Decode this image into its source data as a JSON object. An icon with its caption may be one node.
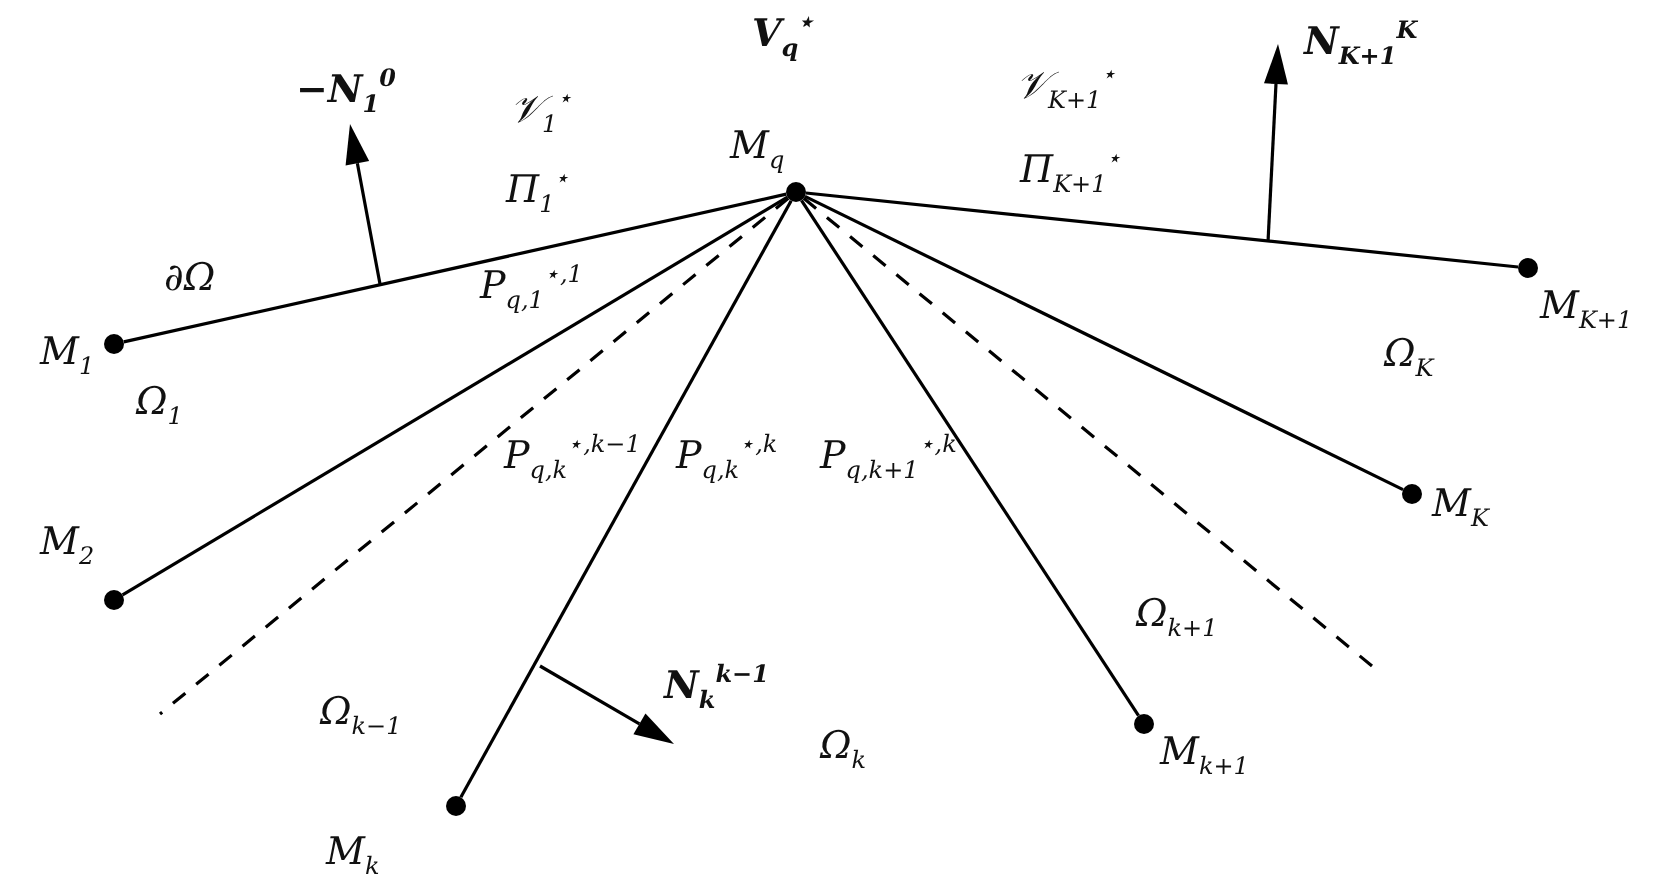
{
  "diagram": {
    "nodes": [
      {
        "text": [],
        "shape": "circle",
        "beside": [
          "M$_{q}$"
        ]
      },
      {
        "text": [],
        "shape": "circle",
        "beside": [
          "M$_{1}$"
        ]
      },
      {
        "text": [],
        "shape": "circle",
        "beside": [
          "M$_{2}$"
        ]
      },
      {
        "text": [],
        "shape": "circle",
        "beside": [
          "M$_{k}$"
        ]
      },
      {
        "text": [],
        "shape": "circle",
        "beside": [
          "M$_{k+1}$"
        ]
      },
      {
        "text": [],
        "shape": "circle",
        "beside": [
          "M$_{K}$"
        ]
      },
      {
        "text": [],
        "shape": "circle",
        "beside": [
          "M$_{K+1}$"
        ]
      }
    ],
    "edges": [
      {
        "from": 0,
        "to": 1,
        "arrow": "none"
      },
      {
        "from": 0,
        "to": 2,
        "arrow": "none"
      },
      {
        "from": 0,
        "to": null,
        "arrow": "none",
        "style": "dashed"
      },
      {
        "from": 0,
        "to": 3,
        "arrow": "none"
      },
      {
        "from": 0,
        "to": 4,
        "arrow": "none"
      },
      {
        "from": 0,
        "to": null,
        "arrow": "none",
        "style": "dashed"
      },
      {
        "from": 0,
        "to": 5,
        "arrow": "none"
      },
      {
        "from": 0,
        "to": 6,
        "arrow": "none"
      }
    ],
    "labels": [
      "−N$_{1}$$^{0}$",
      "V$_{q}$$^{⋆}$",
      "𝒱$_{1}$$^{⋆}$",
      "𝒱$_{K+1}$$^{⋆}$",
      "N$_{K+1}$$^{K}$",
      "Π$_{1}$$^{⋆}$",
      "Π$_{K+1}$$^{⋆}$",
      "∂Ω",
      "P$_{q,1}$$^{⋆,1}$",
      "Ω$_{K}$",
      "Ω$_{1}$",
      "P$_{q,k}$$^{⋆,k−1}$",
      "P$_{q,k}$$^{⋆,k}$",
      "P$_{q,k+1}$$^{⋆,k}$",
      "Ω$_{k+1}$",
      "N$_{k}$$^{k−1}$",
      "Ω$_{k−1}$",
      "Ω$_{k}$"
    ]
  }
}
